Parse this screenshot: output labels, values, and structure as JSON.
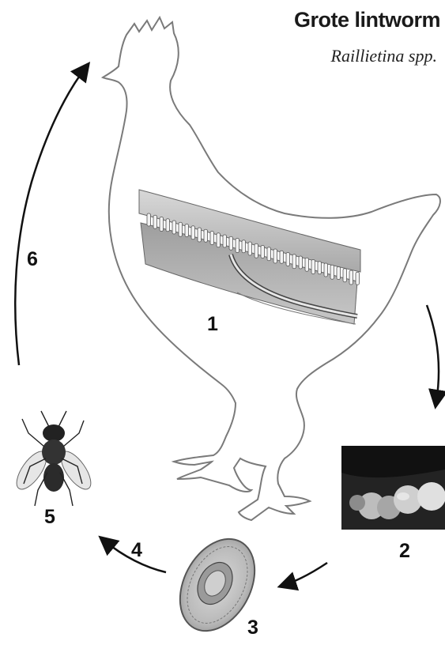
{
  "title": "Grote lintworm",
  "subtitle": "Raillietina spp.",
  "steps": [
    {
      "number": "1",
      "label": "intestine"
    },
    {
      "number": "2",
      "label": "segments"
    },
    {
      "number": "3",
      "label": "egg"
    },
    {
      "number": "4",
      "label": ""
    },
    {
      "number": "5",
      "label": "fly"
    },
    {
      "number": "6",
      "label": ""
    }
  ]
}
